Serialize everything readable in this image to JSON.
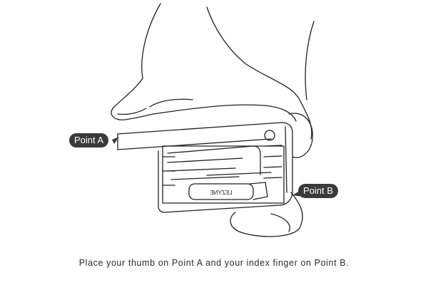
{
  "labels": {
    "point_a": "Point A",
    "point_b": "Point B"
  },
  "caption": "Place your thumb on Point A and your index finger on Point B.",
  "colors": {
    "label_bg": "#3a3a3a",
    "line": "#222222"
  }
}
